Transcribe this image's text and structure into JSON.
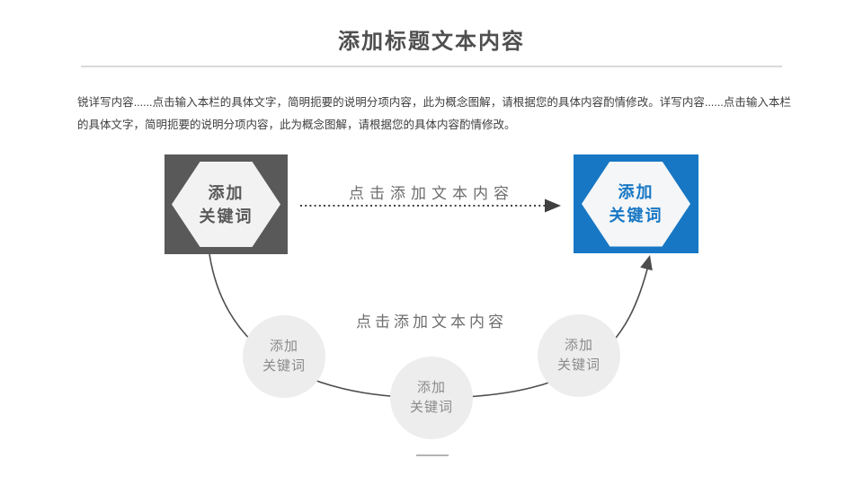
{
  "slide": {
    "title": "添加标题文本内容",
    "body_text": "锐详写内容......点击输入本栏的具体文字，简明扼要的说明分项内容，此为概念图解，请根据您的具体内容酌情修改。详写内容......点击输入本栏的具体文字，简明扼要的说明分项内容，此为概念图解，请根据您的具体内容酌情修改。"
  },
  "diagram": {
    "left_box": {
      "line1": "添加",
      "line2": "关键词"
    },
    "right_box": {
      "line1": "添加",
      "line2": "关键词"
    },
    "top_arrow_label": "点击添加文本内容",
    "arc_label": "点击添加文本内容",
    "circles": [
      {
        "line1": "添加",
        "line2": "关键词"
      },
      {
        "line1": "添加",
        "line2": "关键词"
      },
      {
        "line1": "添加",
        "line2": "关键词"
      }
    ]
  },
  "colors": {
    "dark_gray": "#595959",
    "accent_blue": "#1777c4",
    "hexagon_fill": "#f2f2f2",
    "circle_fill": "#ededed",
    "circle_text": "#8a8a8a",
    "label_gray": "#6e6e6e",
    "body_text": "#3d3d3d",
    "title_gray": "#4f4f4f",
    "connector_gray": "#4d4d4d"
  }
}
